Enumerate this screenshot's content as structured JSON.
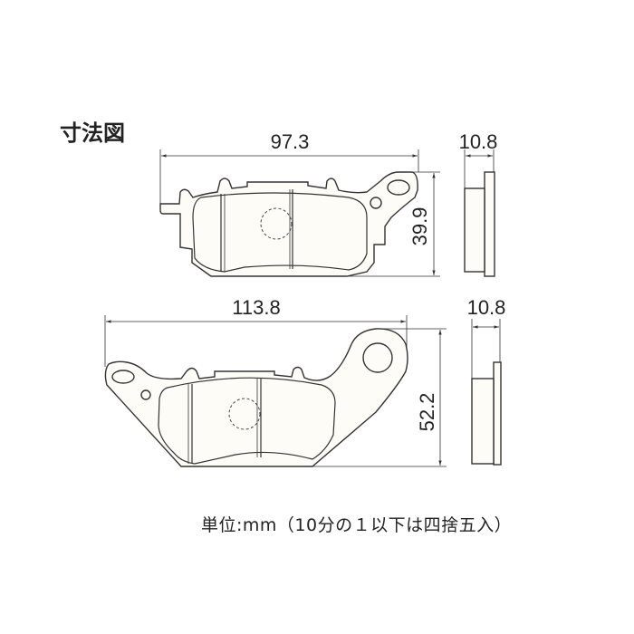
{
  "title": "寸法図",
  "pads": [
    {
      "name": "upper-pad",
      "width_label": "97.3",
      "height_label": "39.9",
      "thickness_label": "10.8"
    },
    {
      "name": "lower-pad",
      "width_label": "113.8",
      "height_label": "52.2",
      "thickness_label": "10.8"
    }
  ],
  "footer": "単位:mm（10分の１以下は四捨五入）",
  "colors": {
    "line": "#333333",
    "fill": "#fdfcf7"
  }
}
